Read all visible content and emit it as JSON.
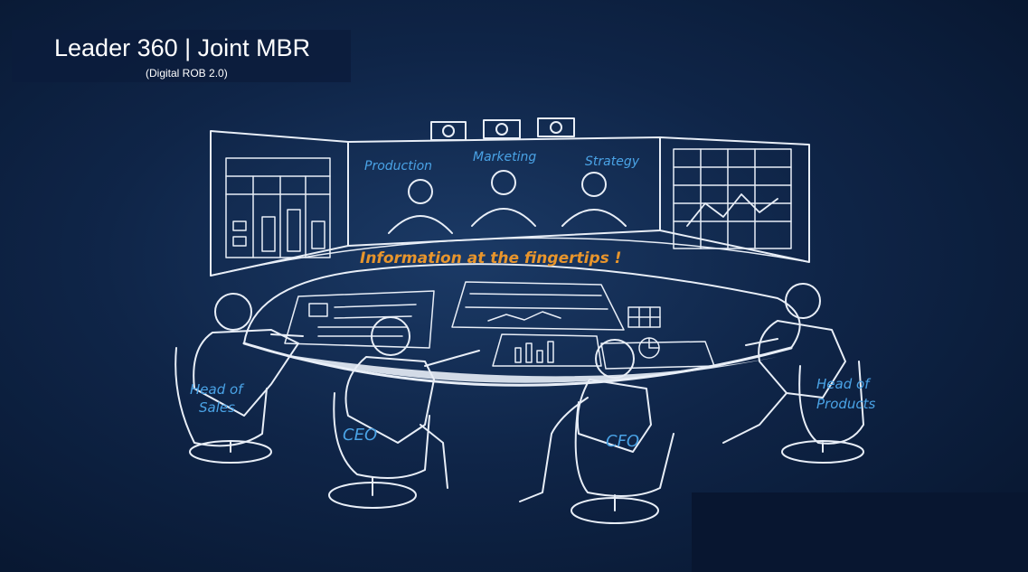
{
  "header": {
    "title": "Leader 360 | Joint MBR",
    "subtitle": "(Digital ROB 2.0)"
  },
  "scene": {
    "screen_labels": [
      "Production",
      "Marketing",
      "Strategy"
    ],
    "tagline": "Information at the fingertips !",
    "seats": {
      "head_of_sales": [
        "Head of",
        "Sales"
      ],
      "ceo": "CEO",
      "cfo": "CFO",
      "head_of_products": [
        "Head of",
        "Products"
      ]
    }
  },
  "colors": {
    "background": "#0f2548",
    "sketch_line": "#e8eef7",
    "label_blue": "#4aa3e6",
    "tagline_orange": "#e8952c"
  }
}
